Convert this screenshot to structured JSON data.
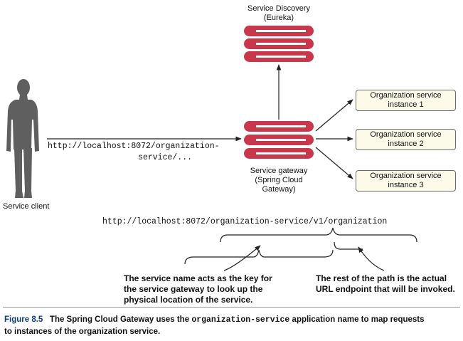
{
  "discovery": {
    "line1": "Service Discovery",
    "line2": "(Eureka)"
  },
  "gateway": {
    "line1": "Service gateway",
    "line2": "(Spring Cloud",
    "line3": "Gateway)"
  },
  "client": {
    "label": "Service client"
  },
  "request": {
    "line1": "http://localhost:8072/organization-",
    "line2": "service/..."
  },
  "instances": [
    {
      "line1": "Organization service",
      "line2": "instance 1"
    },
    {
      "line1": "Organization service",
      "line2": "instance 2"
    },
    {
      "line1": "Organization service",
      "line2": "instance 3"
    }
  ],
  "full_url": "http://localhost:8072/organization-service/v1/organization",
  "callouts": {
    "left": [
      "The service name acts as the key for",
      "the service gateway to look up the",
      "physical location of the service."
    ],
    "right": [
      "The rest of the path is the actual",
      "URL endpoint that will be invoked."
    ]
  },
  "caption": {
    "lead": "Figure 8.5",
    "part1": "The Spring Cloud Gateway uses the",
    "code": "organization-service",
    "part2": "application name to map requests",
    "line2": "to instances of the organization service."
  },
  "colors": {
    "server_red": "#c8374a",
    "server_slot": "#ffffff",
    "person": "#5f5f5f",
    "box_fill": "#fcfbea"
  }
}
